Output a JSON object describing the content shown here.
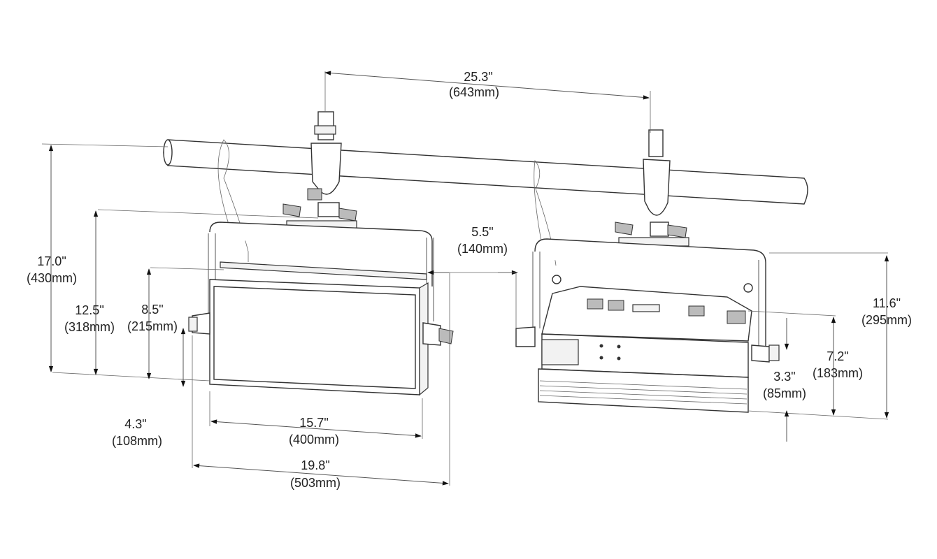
{
  "dimensions": {
    "clamp_spacing": {
      "inch": "25.3\"",
      "mm": "(643mm)"
    },
    "total_height": {
      "inch": "17.0\"",
      "mm": "(430mm)"
    },
    "yoke_height": {
      "inch": "12.5\"",
      "mm": "(318mm)"
    },
    "body_height": {
      "inch": "8.5\"",
      "mm": "(215mm)"
    },
    "knob_offset": {
      "inch": "4.3\"",
      "mm": "(108mm)"
    },
    "front_width": {
      "inch": "15.7\"",
      "mm": "(400mm)"
    },
    "overall_width": {
      "inch": "19.8\"",
      "mm": "(503mm)"
    },
    "depth_gap": {
      "inch": "5.5\"",
      "mm": "(140mm)"
    },
    "side_height": {
      "inch": "11.6\"",
      "mm": "(295mm)"
    },
    "side_body": {
      "inch": "7.2\"",
      "mm": "(183mm)"
    },
    "side_lower": {
      "inch": "3.3\"",
      "mm": "(85mm)"
    }
  }
}
